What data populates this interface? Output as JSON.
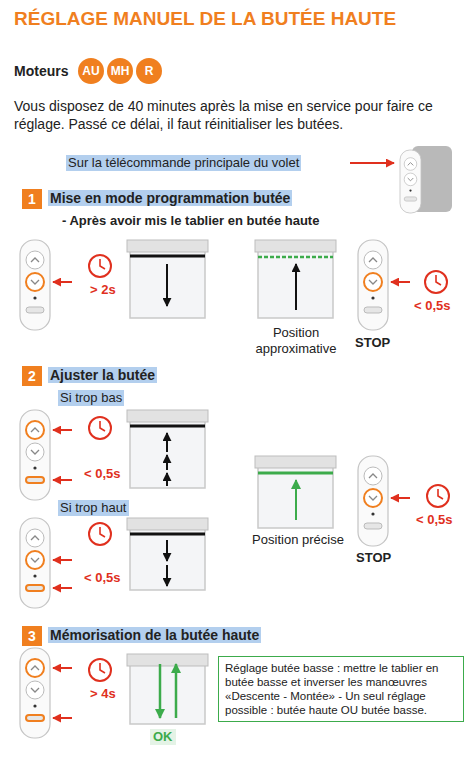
{
  "diagram": {
    "title": "RÉGLAGE MANUEL DE LA BUTÉE HAUTE",
    "nodes": [
      {
        "text": [
          "AU"
        ]
      },
      {
        "text": [
          "MH"
        ]
      },
      {
        "text": [
          "R"
        ]
      },
      {
        "text": [
          "1"
        ]
      },
      {
        "text": [
          "2"
        ]
      },
      {
        "text": [
          "3"
        ]
      },
      {
        "text": [
          "Réglage butée basse : mettre le tablier en butée basse et inverser les manœuvres «Descente - Montée» - Un seul réglage possible : butée haute OU butée basse."
        ]
      }
    ],
    "labels": [
      "Moteurs",
      "Vous disposez de 40 minutes après la mise en service pour faire ce réglage. Passé ce délai, il faut réinitialiser les butées.",
      "Sur la télécommande principale du volet",
      "Mise en mode programmation butée",
      "- Après avoir mis le tablier en butée haute",
      "> 2s",
      "Position approximative",
      "STOP",
      "< 0,5s",
      "Ajuster la butée",
      "Si trop bas",
      "< 0,5s",
      "Si trop haut",
      "< 0,5s",
      "Position précise",
      "STOP",
      "< 0,5s",
      "Mémorisation de la butée haute",
      "> 4s",
      "OK"
    ]
  }
}
